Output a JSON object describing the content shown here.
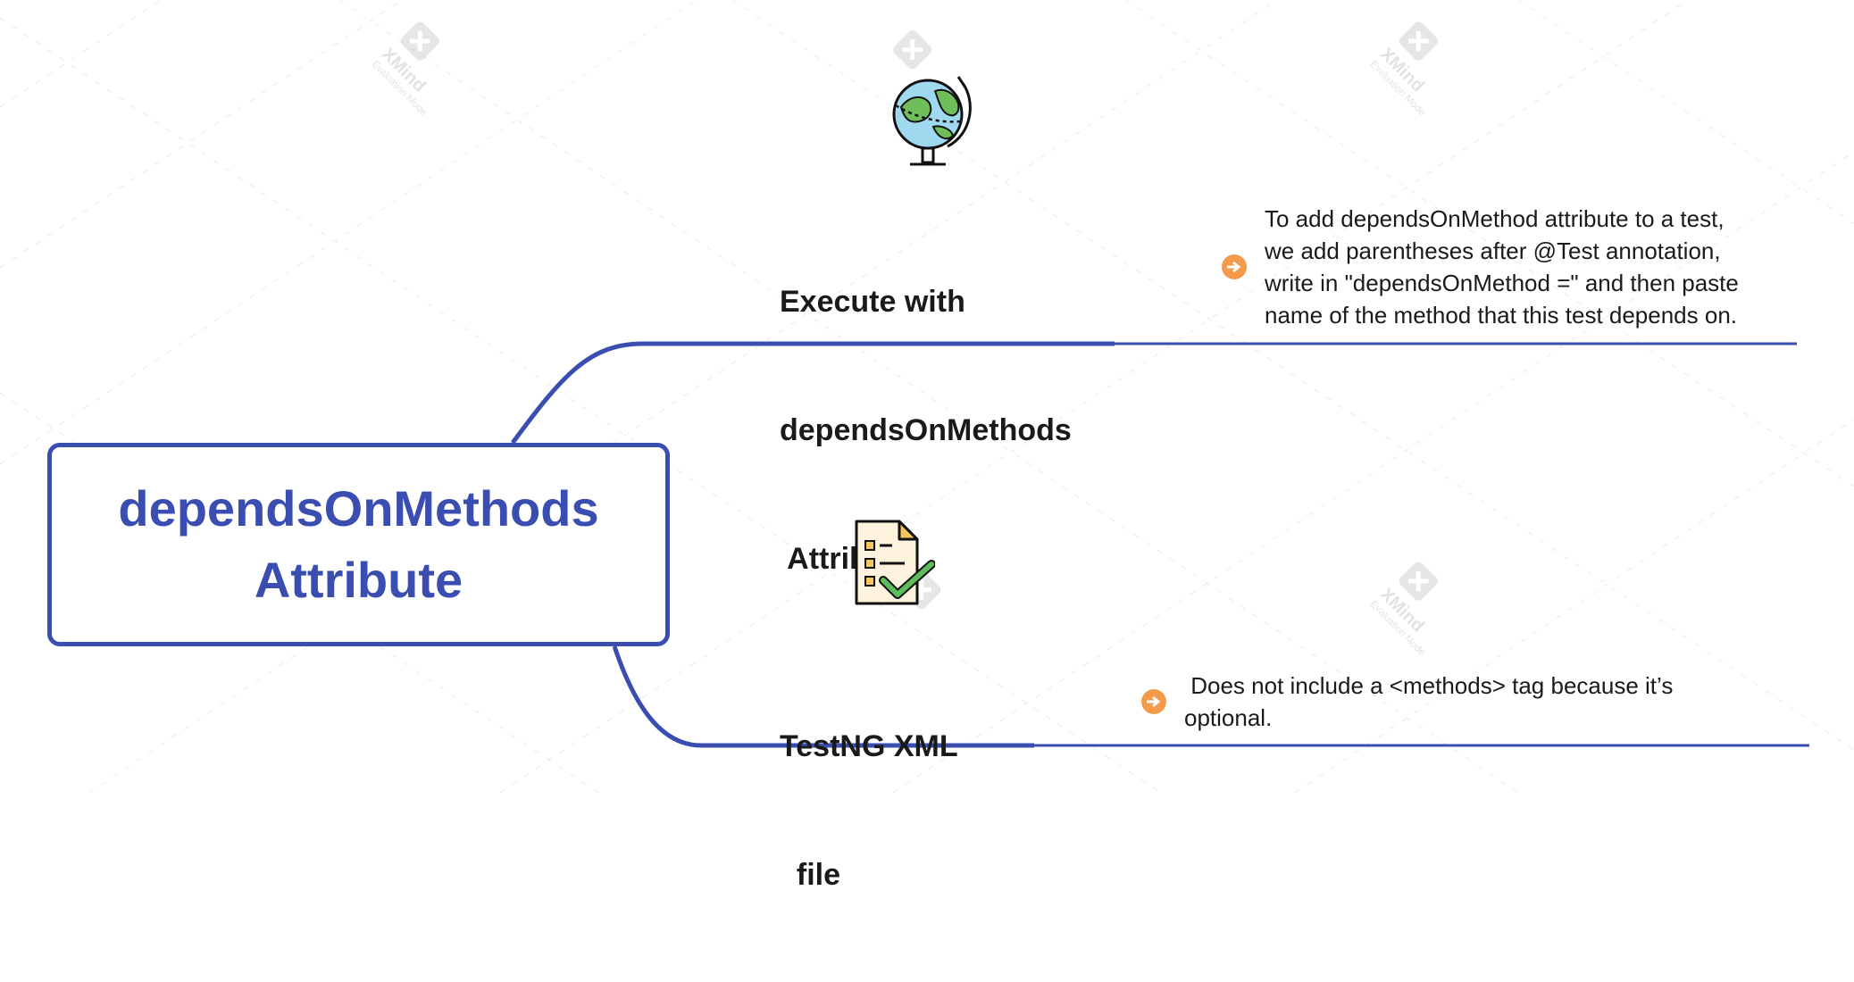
{
  "central_topic": {
    "lines": [
      "dependsOnMethods",
      "Attribute"
    ]
  },
  "branches": [
    {
      "title_lines": [
        "Execute with",
        "dependsOnMethods",
        " Attribute"
      ],
      "icon": "globe-icon",
      "note_lines": [
        "To add dependsOnMethod attribute to a test,",
        "we add parentheses after @Test annotation,",
        "write in \"dependsOnMethod =\" and then paste",
        "name of the method that this test depends on."
      ]
    },
    {
      "title_lines": [
        "TestNG XML",
        "  file"
      ],
      "icon": "checklist-document-icon",
      "note_lines": [
        " Does not include a <methods> tag because it’s",
        "optional."
      ]
    }
  ],
  "watermark": {
    "brand": "XMind",
    "mode": "Evaluation Mode"
  },
  "colors": {
    "connector": "#3a4db0",
    "central_text": "#3a4db0",
    "arrow_badge": "#f59a4b"
  }
}
